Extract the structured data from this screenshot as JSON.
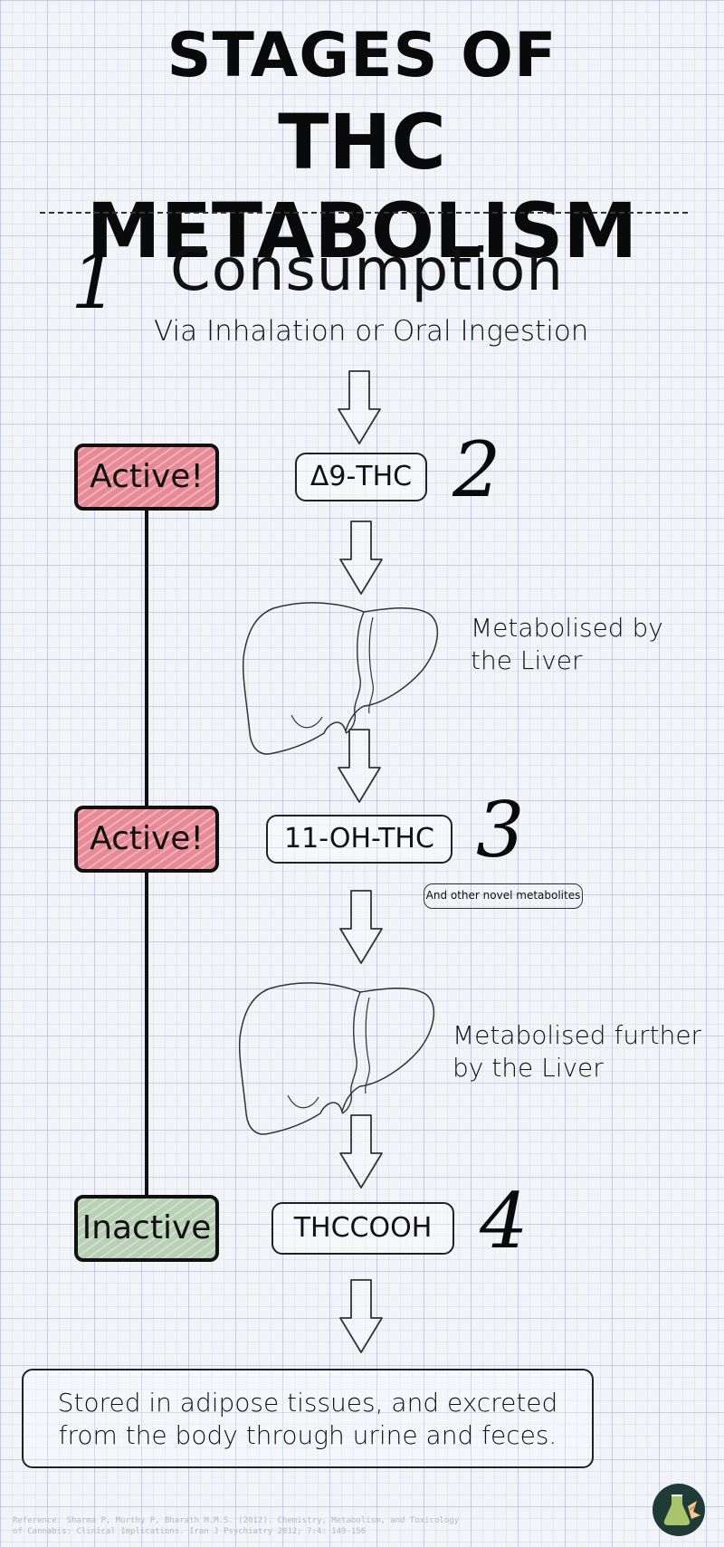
{
  "title": {
    "line1": "STAGES OF",
    "line2": "THC METABOLISM"
  },
  "steps": [
    {
      "number": "1",
      "heading": "Consumption",
      "subheading": "Via Inhalation or Oral Ingestion"
    },
    {
      "number": "2",
      "compound": "Δ9-THC",
      "status": "Active!"
    },
    {
      "number": "3",
      "compound": "11-OH-THC",
      "status": "Active!",
      "note": "And other novel metabolites"
    },
    {
      "number": "4",
      "compound": "THCCOOH",
      "status": "Inactive"
    }
  ],
  "liver_notes": [
    {
      "line1": "Metabolised by",
      "line2": "the Liver"
    },
    {
      "line1": "Metabolised further",
      "line2": "by the Liver"
    }
  ],
  "final": {
    "line1": "Stored in adipose tissues, and excreted",
    "line2": "from the body through urine and feces."
  },
  "reference": {
    "line1": "Reference: Sharma P, Murthy P, Bharath M.M.S. (2012). Chemistry, Metabolism, and Toxicology",
    "line2": "of Cannabis: Clinical Implications. Iran J Psychiatry 2012; 7:4: 149-156"
  },
  "colors": {
    "active": "#e88a96",
    "inactive": "#b8d0b3",
    "logo_bg": "#1f3b36",
    "logo_accent": "#a9c46a"
  },
  "icons": [
    "down-arrow-icon",
    "liver-icon",
    "flask-logo-icon"
  ]
}
